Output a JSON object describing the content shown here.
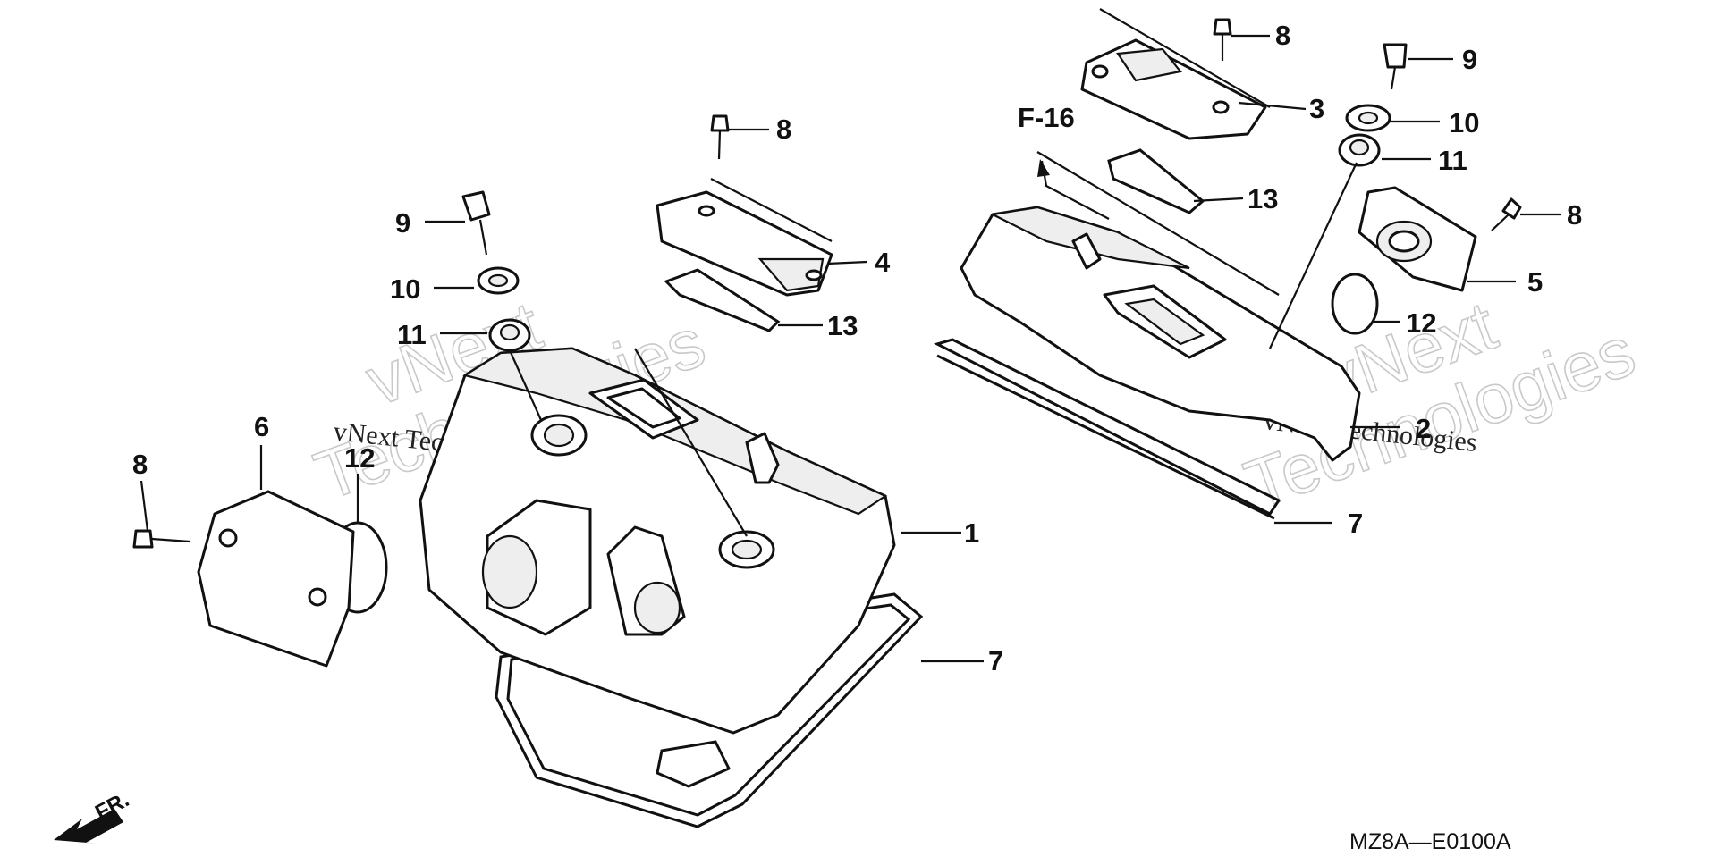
{
  "diagram": {
    "reference_label": "F-16",
    "direction_label": "FR.",
    "drawing_code": "MZ8A—E0100A",
    "watermark": {
      "brand_line": "vNext Technologies",
      "outline_word_1": "vNext",
      "outline_word_2": "Technologies"
    },
    "callouts": {
      "c1": "1",
      "c2": "2",
      "c3": "3",
      "c4": "4",
      "c5": "5",
      "c6": "6",
      "c7a": "7",
      "c7b": "7",
      "c8a": "8",
      "c8b": "8",
      "c8c": "8",
      "c8d": "8",
      "c9a": "9",
      "c9b": "9",
      "c10a": "10",
      "c10b": "10",
      "c11a": "11",
      "c11b": "11",
      "c12a": "12",
      "c12b": "12",
      "c13a": "13",
      "c13b": "13"
    }
  }
}
